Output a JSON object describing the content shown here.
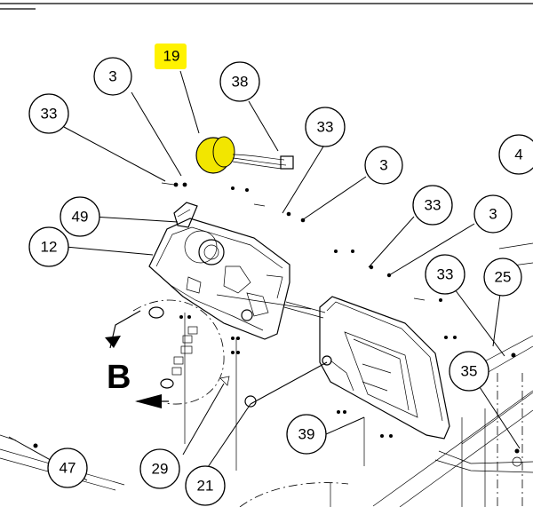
{
  "view_label": "B",
  "colors": {
    "highlight": "#fff200",
    "part_highlight": "#f2e600",
    "line": "#000000"
  },
  "callouts": [
    {
      "id": "c19",
      "label": "19",
      "highlight": true
    },
    {
      "id": "c3a",
      "label": "3"
    },
    {
      "id": "c38",
      "label": "38"
    },
    {
      "id": "c33a",
      "label": "33"
    },
    {
      "id": "c33b",
      "label": "33"
    },
    {
      "id": "c3b",
      "label": "3"
    },
    {
      "id": "c4",
      "label": "4"
    },
    {
      "id": "c33c",
      "label": "33"
    },
    {
      "id": "c3c",
      "label": "3"
    },
    {
      "id": "c49",
      "label": "49"
    },
    {
      "id": "c12",
      "label": "12"
    },
    {
      "id": "c33d",
      "label": "33"
    },
    {
      "id": "c25",
      "label": "25"
    },
    {
      "id": "c35",
      "label": "35"
    },
    {
      "id": "c39",
      "label": "39"
    },
    {
      "id": "c47",
      "label": "47"
    },
    {
      "id": "c29",
      "label": "29"
    },
    {
      "id": "c21",
      "label": "21"
    }
  ]
}
